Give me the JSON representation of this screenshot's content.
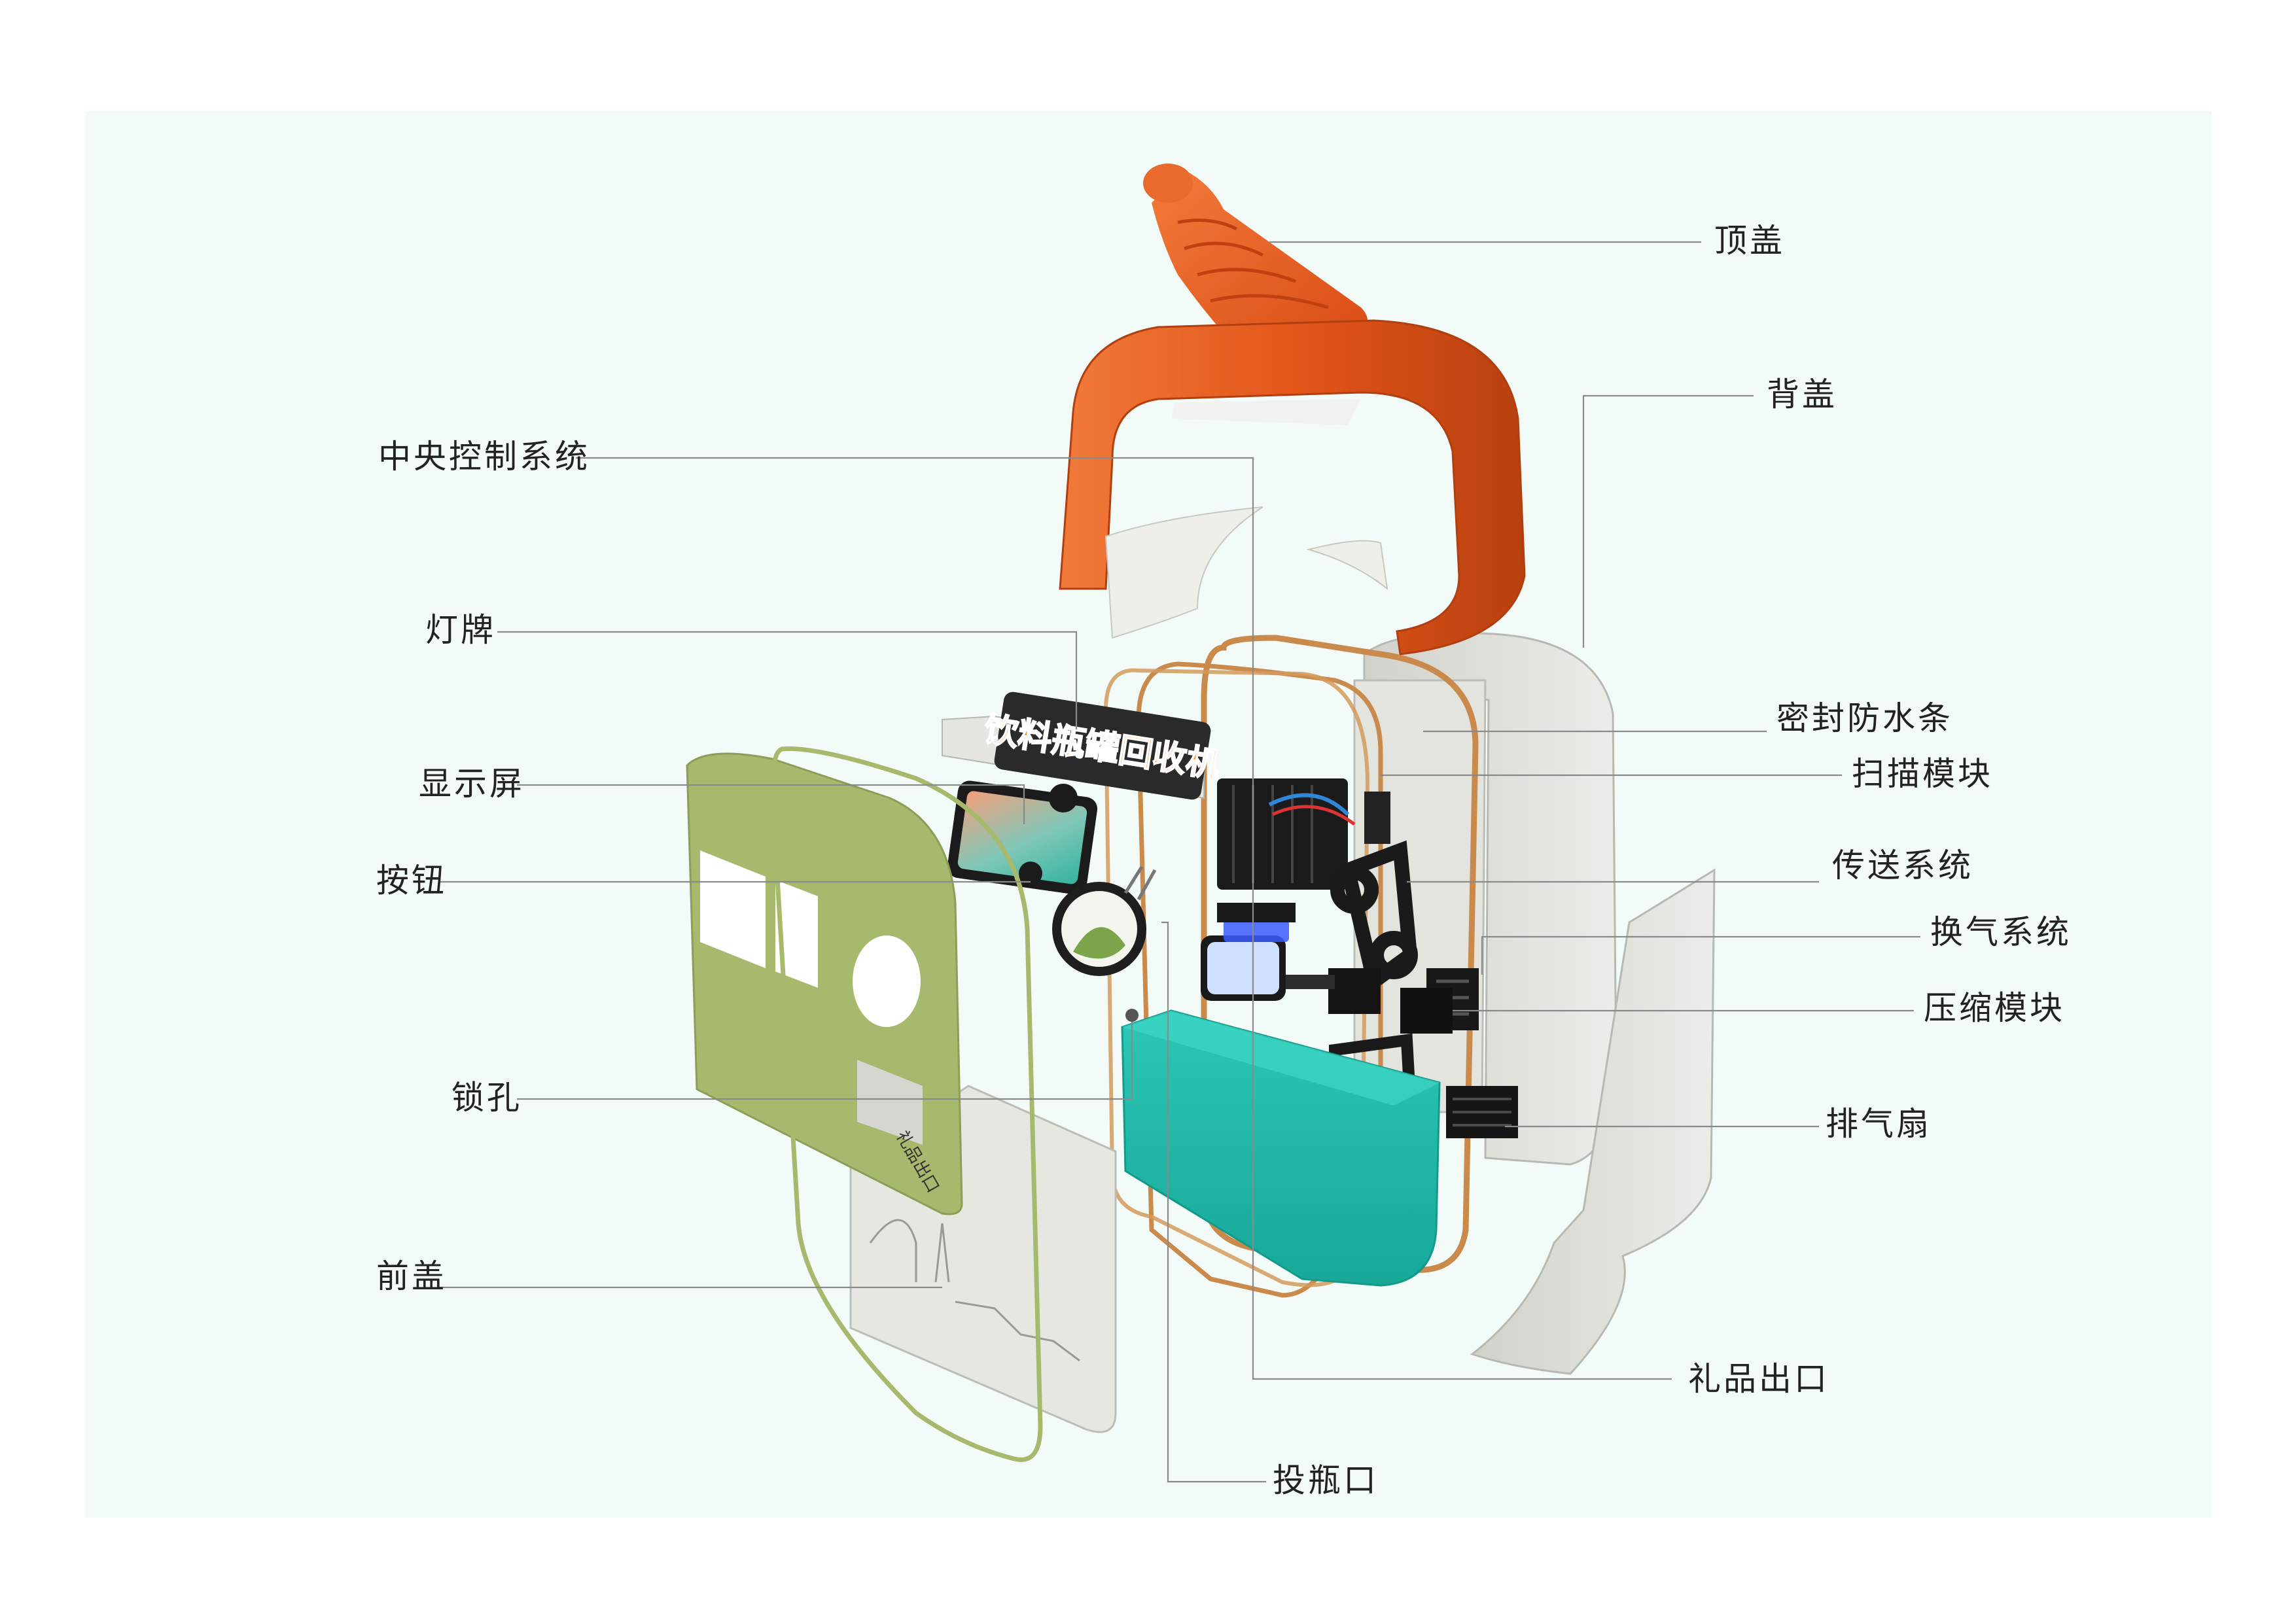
{
  "diagram": {
    "sign_text": "饮料瓶罐回收机",
    "panel_caption": "礼品出口",
    "labels": {
      "top_cover": "顶盖",
      "back_cover": "背盖",
      "central_control": "中央控制系统",
      "light_sign": "灯牌",
      "seal_strip": "密封防水条",
      "display": "显示屏",
      "scan_module": "扫描模块",
      "button": "按钮",
      "conveyor": "传送系统",
      "ventilation": "换气系统",
      "compress_module": "压缩模块",
      "lock_hole": "锁孔",
      "exhaust_fan": "排气扇",
      "front_cover": "前盖",
      "gift_outlet": "礼品出口",
      "bottle_inlet": "投瓶口"
    },
    "colors": {
      "background_panel": "#f3fbf8",
      "top_orange": "#e4561a",
      "front_green": "#a6b96c",
      "seal_brown": "#c98a4c",
      "bin_teal": "#1fb9a9",
      "panel_gray": "#dcdcd6",
      "sign_text": "#f08a1e"
    }
  }
}
